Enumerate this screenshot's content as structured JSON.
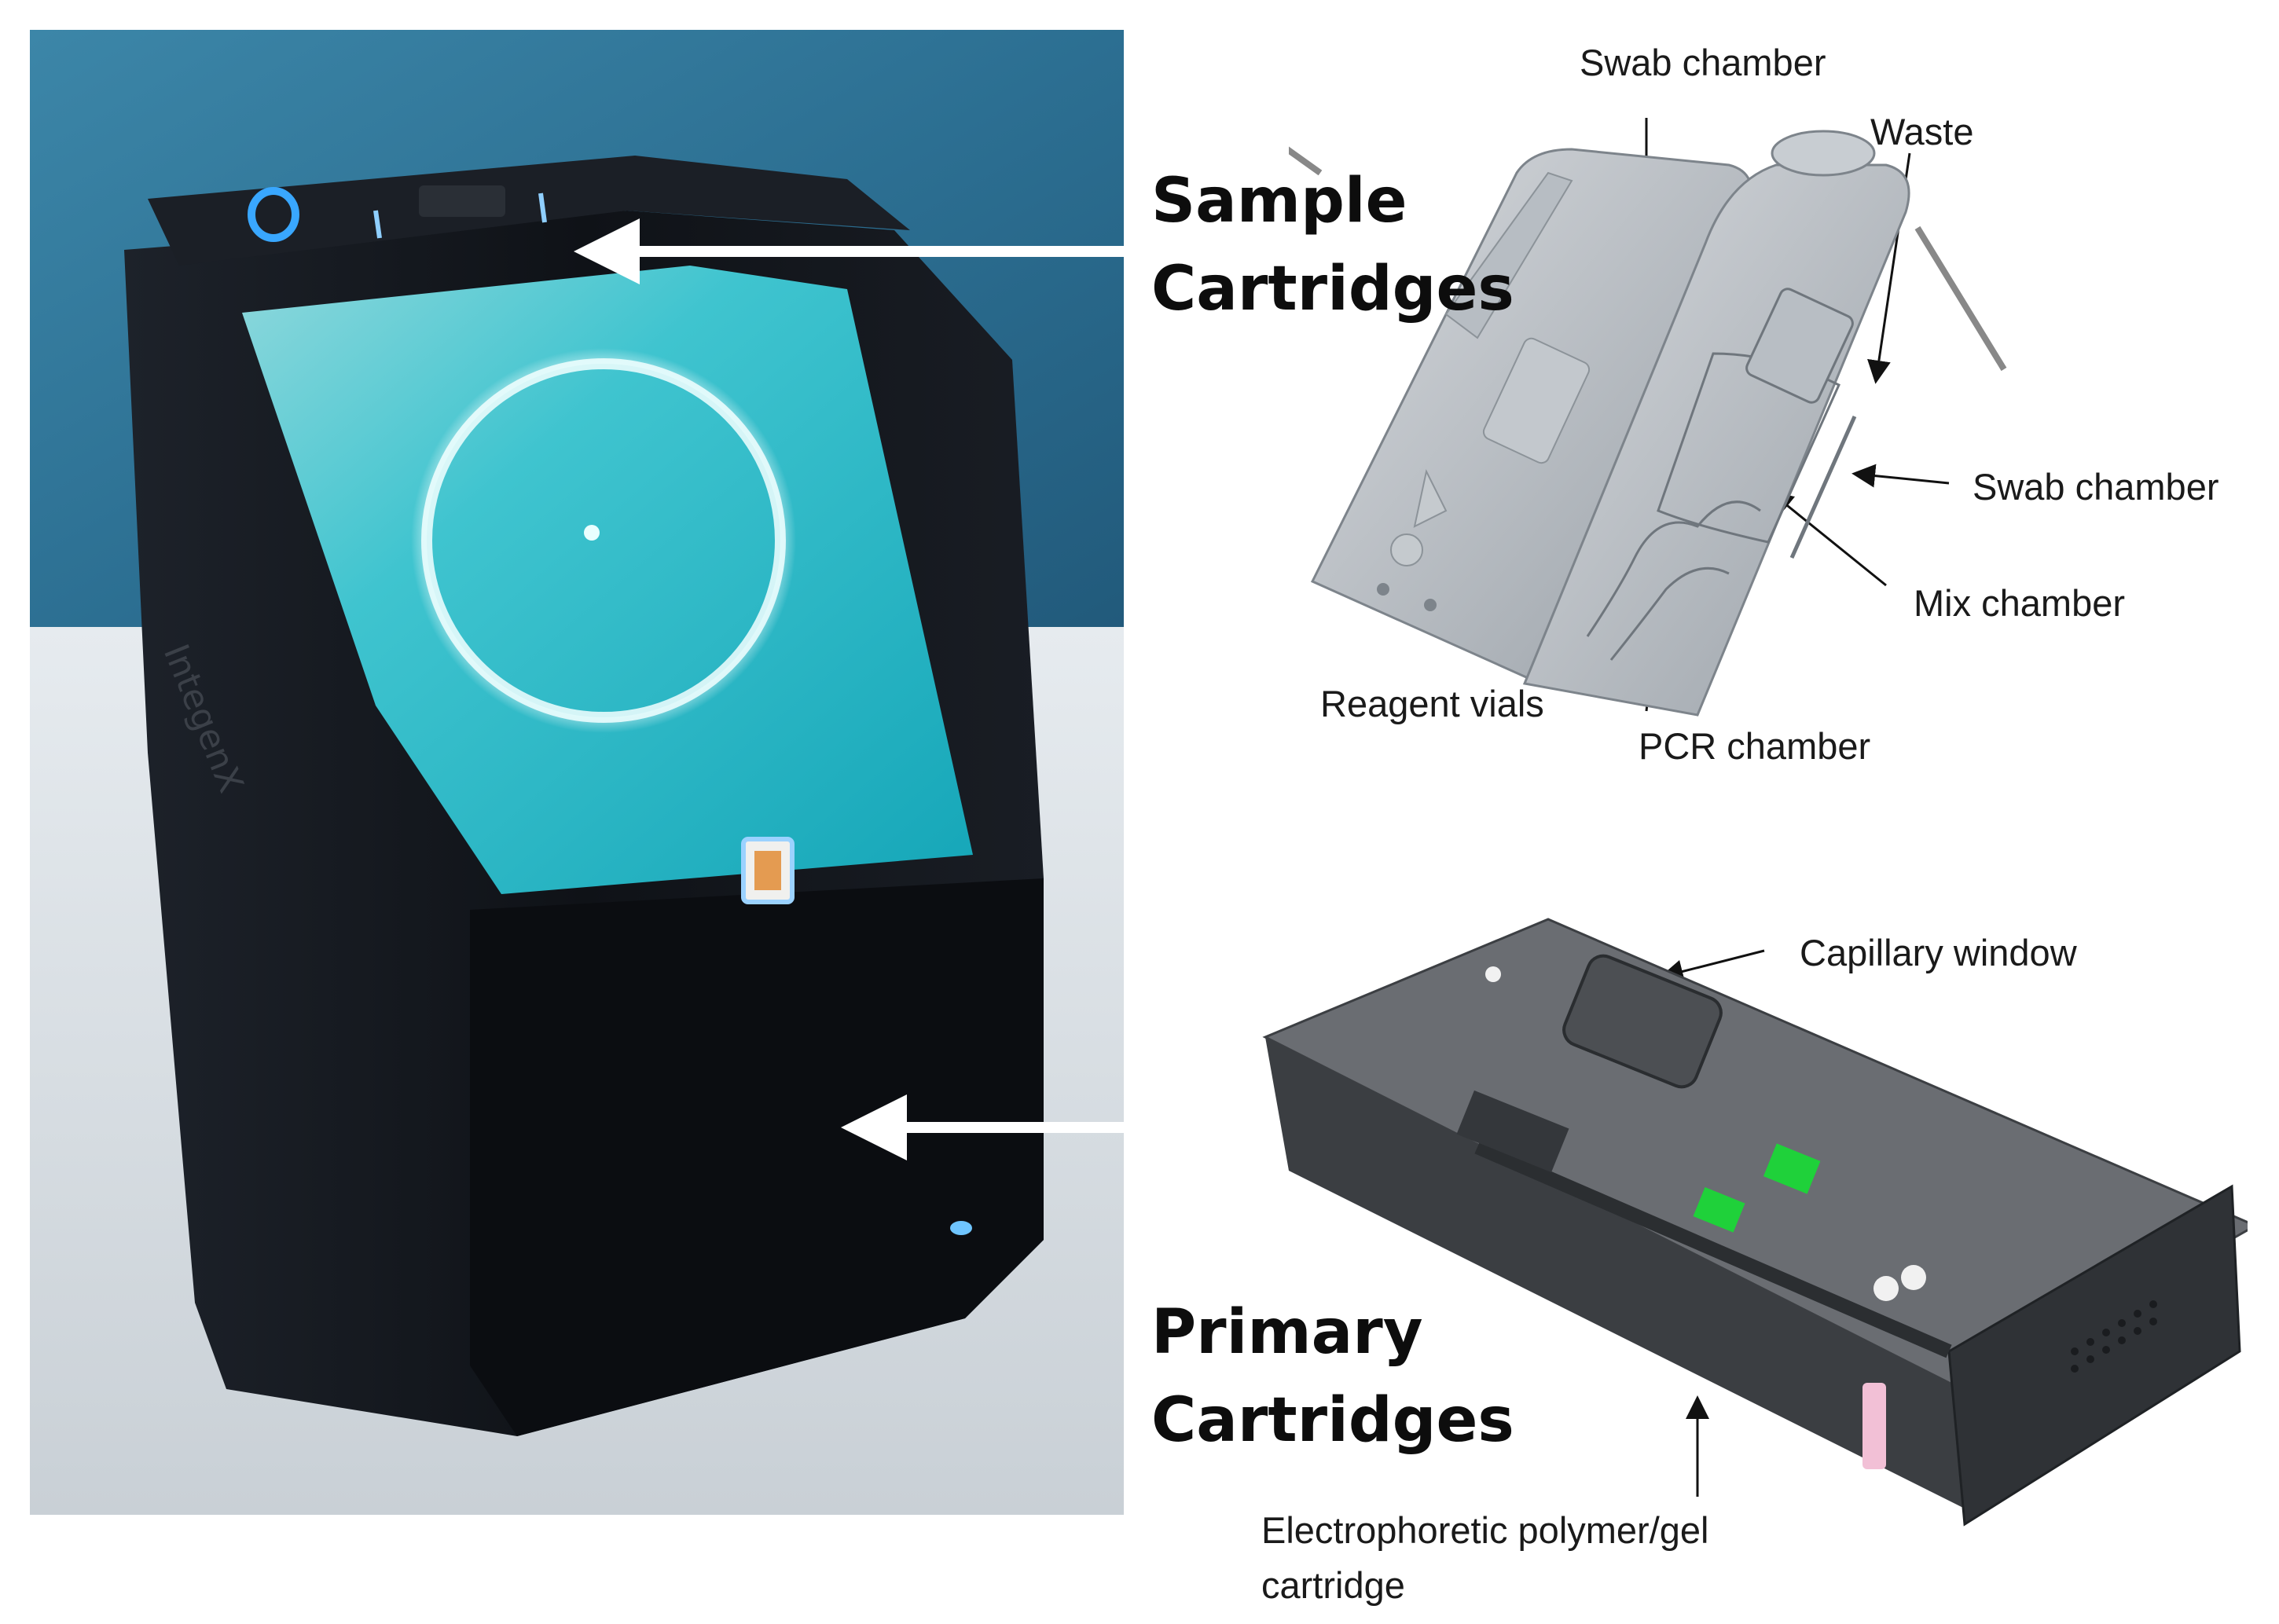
{
  "device": {
    "brand": "IntegenX"
  },
  "headings": {
    "sample_line1": "Sample",
    "sample_line2": "Cartridges",
    "primary_line1": "Primary",
    "primary_line2": "Cartridges"
  },
  "sample_cartridge_labels": {
    "swab_chamber_top": "Swab chamber",
    "waste": "Waste",
    "swab_chamber_right": "Swab chamber",
    "mix_chamber": "Mix chamber",
    "reagent_vials": "Reagent vials",
    "pcr_chamber": "PCR chamber"
  },
  "primary_cartridge_labels": {
    "capillary_window": "Capillary window",
    "electrophoretic_line1": "Electrophoretic polymer/gel",
    "electrophoretic_line2": "cartridge"
  },
  "colors": {
    "screen_cyan": "#2ec4cf",
    "device_body": "#141820",
    "wall_blue": "#2b6f93",
    "green_window": "#1fd13a"
  }
}
